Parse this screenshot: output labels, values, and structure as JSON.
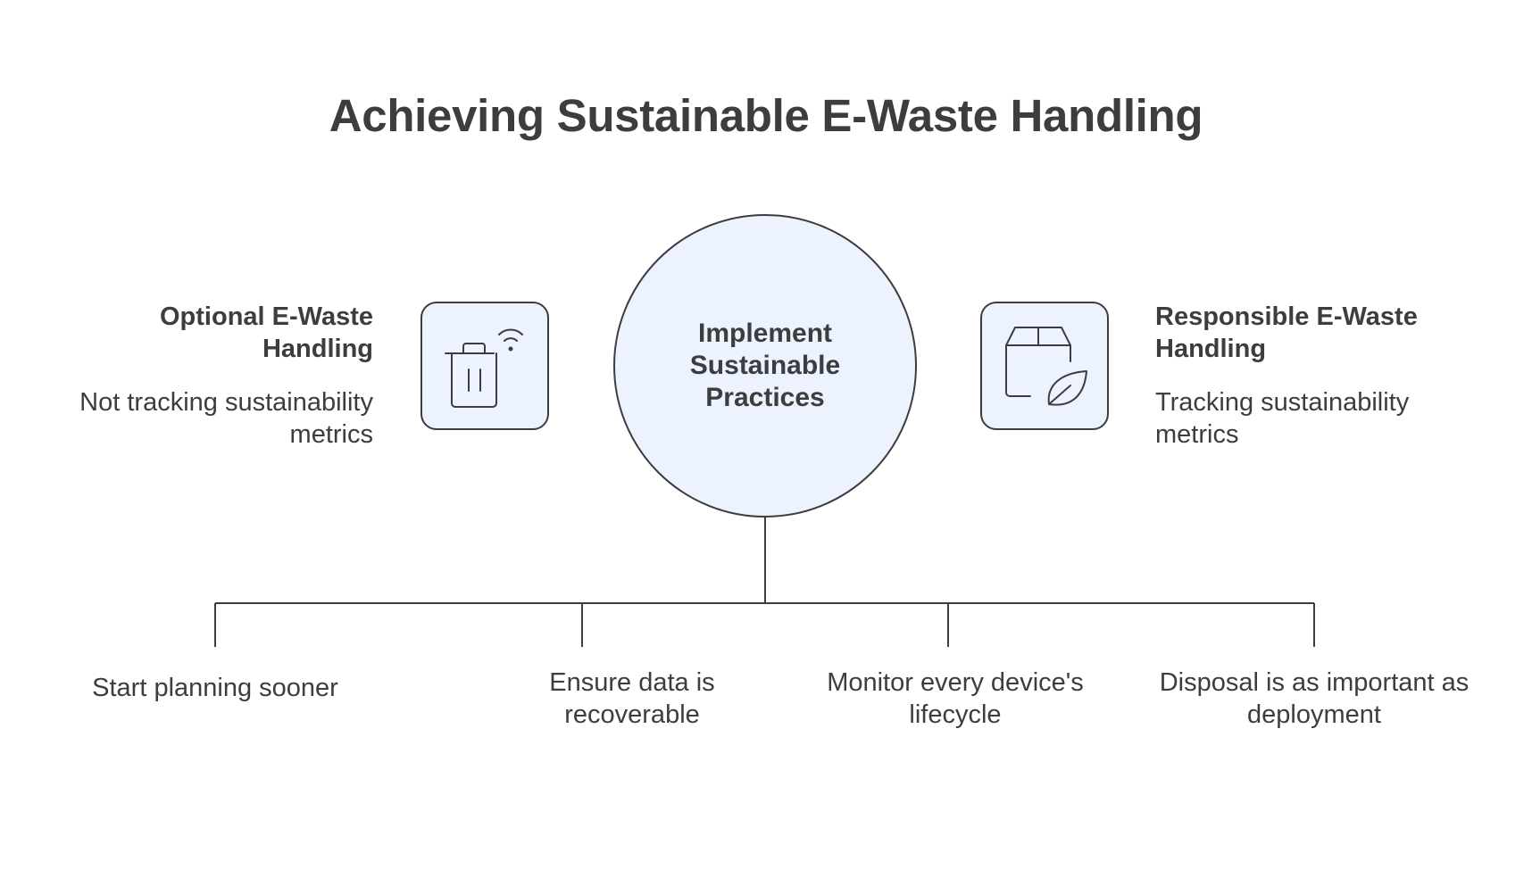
{
  "title": "Achieving Sustainable E-Waste Handling",
  "center": {
    "label": "Implement Sustainable Practices"
  },
  "left_option": {
    "title": "Optional E-Waste Handling",
    "description": "Not tracking sustainability metrics",
    "icon": "trash-bin-wifi-icon"
  },
  "right_option": {
    "title": "Responsible E-Waste Handling",
    "description": "Tracking sustainability metrics",
    "icon": "box-leaf-icon"
  },
  "branches": [
    {
      "label": "Start planning sooner"
    },
    {
      "label": "Ensure data is recoverable"
    },
    {
      "label": "Monitor every device's lifecycle"
    },
    {
      "label": "Disposal is as important as deployment"
    }
  ],
  "colors": {
    "stroke": "#3d3d3d",
    "fill": "#ecf2fe",
    "text": "#3d3d3d"
  }
}
